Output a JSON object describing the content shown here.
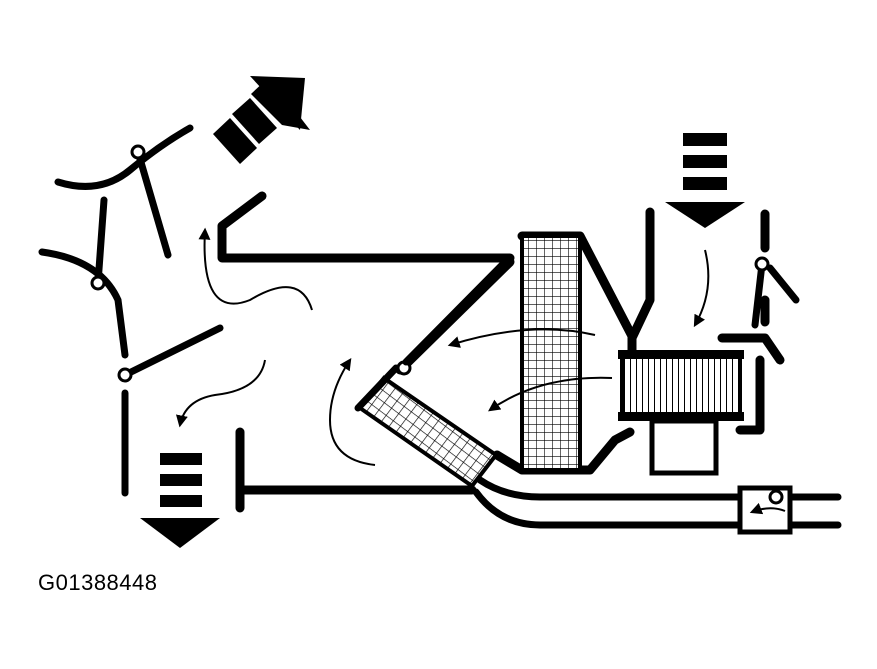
{
  "figure": {
    "reference_code": "G01388448"
  },
  "colors": {
    "ink": "#000000",
    "paper": "#ffffff"
  },
  "components": [
    "hvac-case-outline",
    "heater-core",
    "evaporator-core",
    "blower-motor",
    "blower-wheel",
    "outside-air-inlet",
    "recirc-door",
    "blend-door",
    "defrost-door",
    "floor-door",
    "defrost-outlet-arrow",
    "floor-outlet-arrow",
    "inlet-arrow",
    "coolant-hoses",
    "coolant-valve"
  ]
}
